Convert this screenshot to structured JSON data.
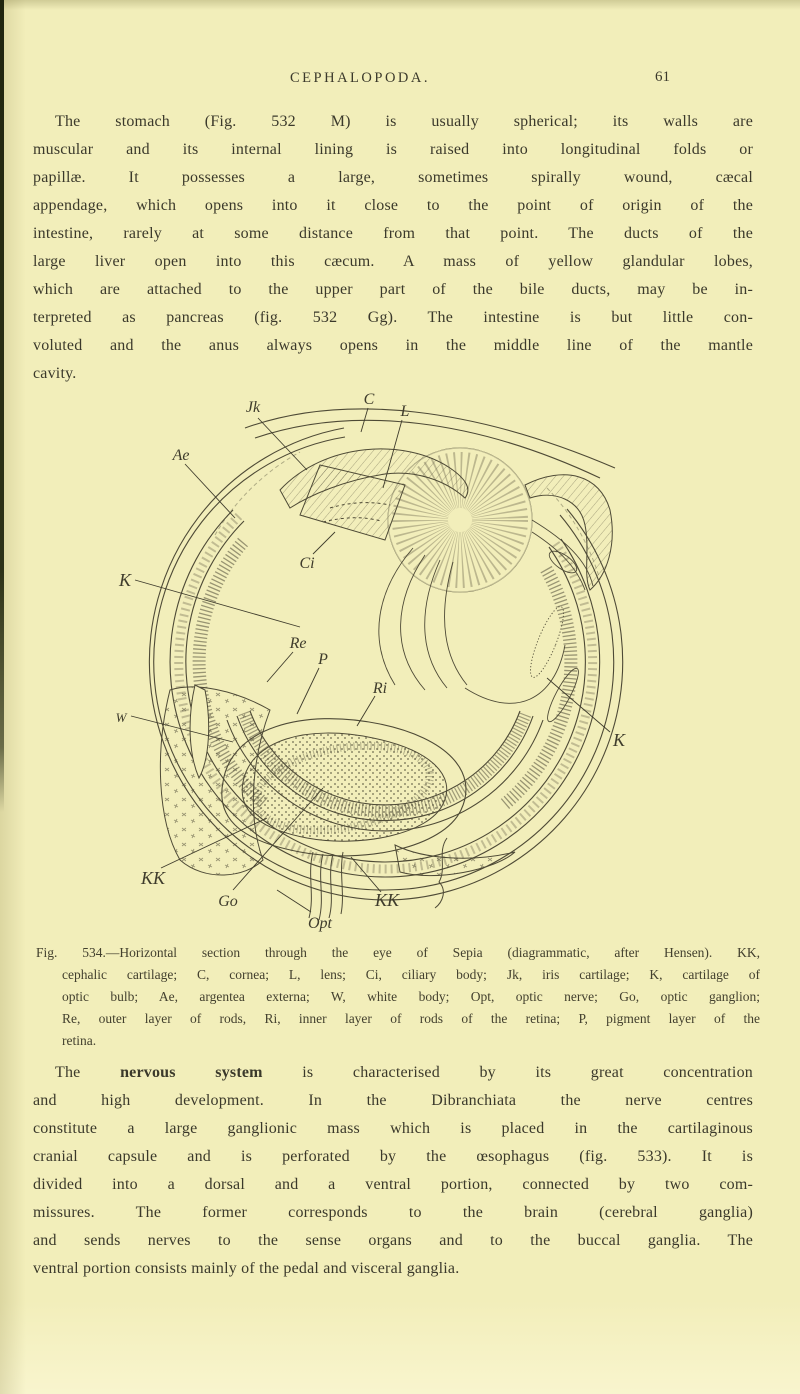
{
  "header": {
    "title": "CEPHALOPODA.",
    "page_number": "61"
  },
  "body": {
    "paragraph1": {
      "lines": [
        "The stomach (Fig. 532 M) is usually spherical; its walls are",
        "muscular and its internal lining is raised into longitudinal folds or",
        "papillæ. It possesses a large, sometimes spirally wound, cæcal",
        "appendage, which opens into it close to the point of origin of the",
        "intestine, rarely at some distance from that point. The ducts of the",
        "large liver open into this cæcum. A mass of yellow glandular lobes,",
        "which are attached to the upper part of the bile ducts, may be in-",
        "terpreted as pancreas (fig. 532 Gg). The intestine is but little con-",
        "voluted and the anus always opens in the middle line of the mantle",
        "cavity."
      ]
    },
    "paragraph2": {
      "line0_prefix": "The ",
      "line0_bold": "nervous system",
      "line0_suffix": " is characterised by its great concentration",
      "lines": [
        "and high development. In the Dibranchiata the nerve centres",
        "constitute a large ganglionic mass which is placed in the cartilaginous",
        "cranial capsule and is perforated by the œsophagus (fig. 533). It is",
        "divided into a dorsal and a ventral portion, connected by two com-",
        "missures. The former corresponds to the brain (cerebral ganglia)",
        "and sends nerves to the sense organs and to the buccal ganglia. The",
        "ventral portion consists mainly of the pedal and visceral ganglia."
      ]
    }
  },
  "figure": {
    "number": "Fig. 534",
    "caption": {
      "lines": [
        "Fig. 534.—Horizontal section through the eye of Sepia (diagrammatic, after Hensen). KK,",
        "cephalic cartilage; C, cornea; L, lens; Ci, ciliary body; Jk, iris cartilage; K, cartilage of",
        "optic bulb; Ae, argentea externa; W, white body; Opt, optic nerve; Go, optic ganglion;",
        "Re, outer layer of rods, Ri, inner layer of rods of the retina; P, pigment layer of the",
        "retina."
      ]
    },
    "labels": {
      "jk": "Jk",
      "c": "C",
      "l": "L",
      "ae": "Ae",
      "ci": "Ci",
      "k_left": "K",
      "w": "W",
      "re": "Re",
      "p": "P",
      "ri": "Ri",
      "kk_left": "KK",
      "go": "Go",
      "opt": "Opt",
      "kk_bottom": "KK",
      "k_right": "K"
    }
  },
  "colors": {
    "paper": "#f2eeba",
    "ink": "#3b392b",
    "figure_ink": "#4e4a36",
    "edge": "#23280f"
  }
}
